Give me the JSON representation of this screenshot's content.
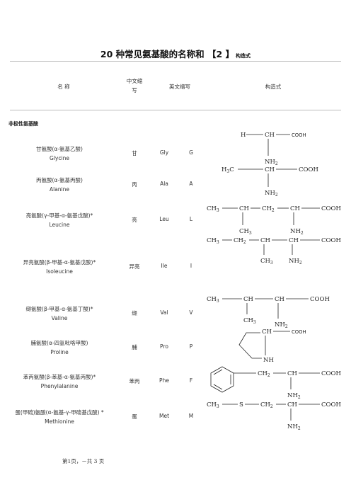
{
  "title": {
    "main": "20 种常见氨基酸的名称和 【2 】",
    "sub": "构造式"
  },
  "header": {
    "name": "名   称",
    "cn_abbr_line1": "中文缩",
    "cn_abbr_line2": "写",
    "en_abbr": "英文缩写",
    "structure": "构造式"
  },
  "section_label": "非极性氨基酸",
  "rows": [
    {
      "name_cn": "甘氨酸(α-氨基乙酸)",
      "name_en": "Glycine",
      "cn": "甘",
      "en3": "Gly",
      "en1": "G"
    },
    {
      "name_cn": "丙氨酸(α-氨基丙酸)",
      "name_en": "Alanine",
      "cn": "丙",
      "en3": "Ala",
      "en1": "A"
    },
    {
      "name_cn": "亮氨酸(γ-甲基-α-氨基戊酸)*",
      "name_en": "Leucine",
      "cn": "亮",
      "en3": "Leu",
      "en1": "L"
    },
    {
      "name_cn": "异亮氨酸(β-甲基-α-氨基戊酸)*",
      "name_en": "Isoleucine",
      "cn": "异亮",
      "en3": "Ile",
      "en1": "I"
    },
    {
      "name_cn": "缬氨酸(β-甲基-α-氨基丁酸)*",
      "name_en": "Valine",
      "cn": "缬",
      "en3": "Val",
      "en1": "V"
    },
    {
      "name_cn": "脯氨酸(α-四氢吡咯甲酸)",
      "name_en": "Proline",
      "cn": "脯",
      "en3": "Pro",
      "en1": "P"
    },
    {
      "name_cn": "苯丙氨酸(β-苯基-α-氨基丙酸)*",
      "name_en": "Phenylalanine",
      "cn": "苯丙",
      "en3": "Phe",
      "en1": "F"
    },
    {
      "name_cn": "蛋(甲硫)氨酸(α-氨基-γ-甲硫基戊酸) *",
      "name_en": "Methionine",
      "cn": "蛋",
      "en3": "Met",
      "en1": "M"
    }
  ],
  "formula_text": {
    "h": "H",
    "ch": "CH",
    "ch3": "CH3",
    "ch2": "CH2",
    "h3c": "H3C",
    "cooh": "COOH",
    "nh2": "NH2",
    "nh": "NH",
    "s": "S"
  },
  "footer": "第1页，－共 3 页"
}
